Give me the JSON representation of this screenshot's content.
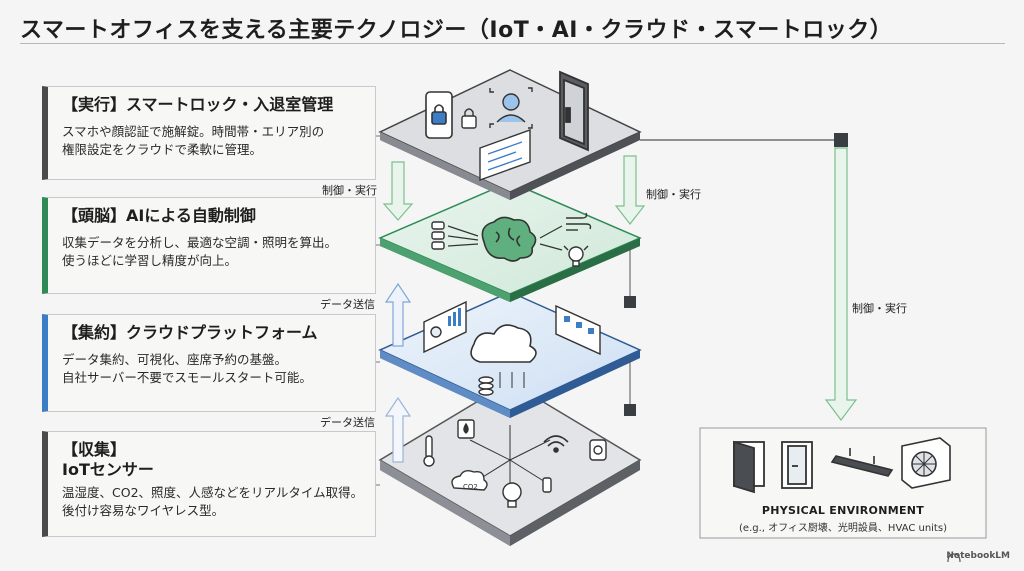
{
  "title": "スマートオフィスを支える主要テクノロジー（IoT・AI・クラウド・スマートロック）",
  "layers": [
    {
      "heading": "【実行】スマートロック・入退室管理",
      "lines": [
        "スマホや顔認証で施解錠。時間帯・エリア別の",
        "権限設定をクラウドで柔軟に管理。"
      ],
      "accent": "#4a4a4a"
    },
    {
      "heading": "【頭脳】AIによる自動制御",
      "lines": [
        "収集データを分析し、最適な空調・照明を算出。",
        "使うほどに学習し精度が向上。"
      ],
      "accent": "#2e8b57"
    },
    {
      "heading": "【集約】クラウドプラットフォーム",
      "lines": [
        "データ集約、可視化、座席予約の基盤。",
        "自社サーバー不要でスモールスタート可能。"
      ],
      "accent": "#3c7ec6"
    },
    {
      "heading": "【収集】",
      "heading2": "IoTセンサー",
      "lines": [
        "温湿度、CO2、照度、人感などをリアルタイム取得。",
        "後付け容易なワイヤレス型。"
      ],
      "accent": "#4a4a4a"
    }
  ],
  "flows": {
    "control_exec": "制御・実行",
    "data_send": "データ送信"
  },
  "environment": {
    "title": "PHYSICAL ENVIRONMENT",
    "subtitle": "(e.g., オフィス厨壊、光明設員、HVAC units)",
    "co2_label": "CO2"
  },
  "brand": "NotebookLM"
}
